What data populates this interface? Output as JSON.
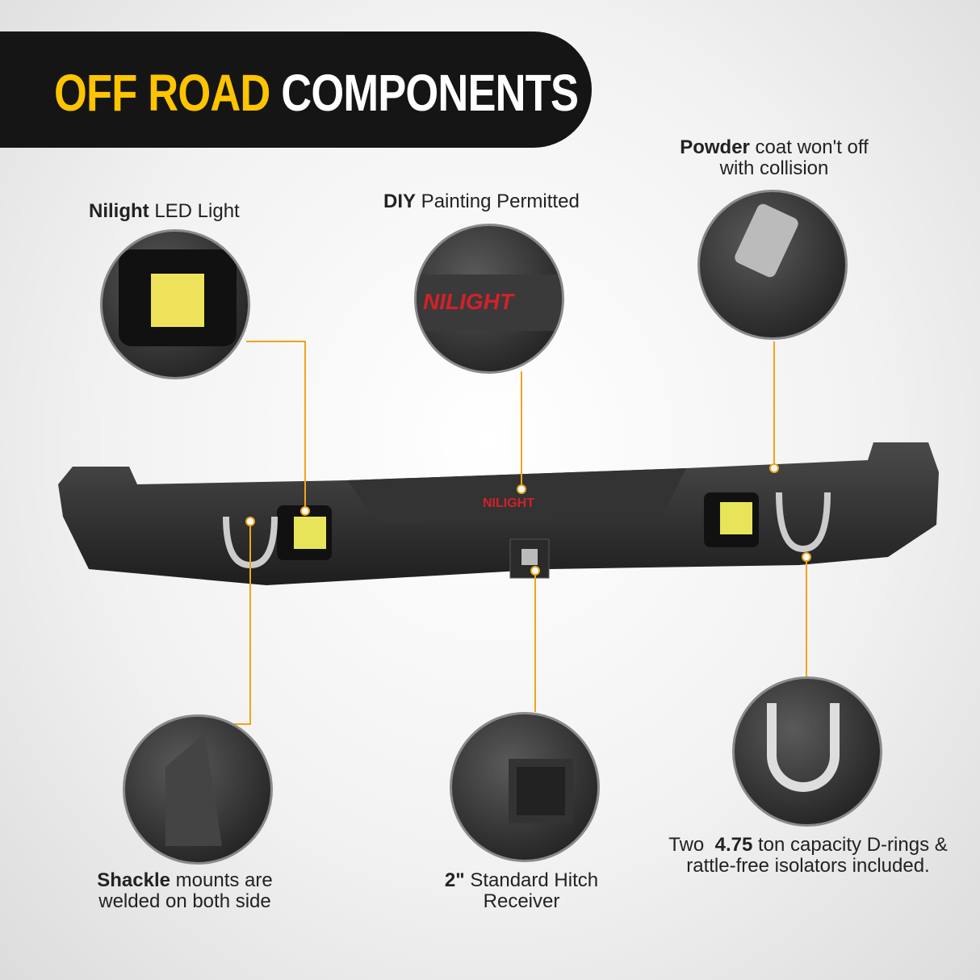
{
  "header": {
    "title_highlight": "OFF ROAD",
    "title_rest": "COMPONENTS"
  },
  "brand_logo": "NILIGHT",
  "colors": {
    "accent": "#ffc400",
    "callout_line": "#f0a41c",
    "banner": "#151515"
  },
  "callouts": [
    {
      "id": "led",
      "bold": "Nilight",
      "text": " LED Light"
    },
    {
      "id": "diy",
      "bold": "DIY",
      "text": " Painting Permitted"
    },
    {
      "id": "powder",
      "bold": "Powder",
      "text": " coat won't off",
      "line2": "with collision"
    },
    {
      "id": "shackle",
      "bold": "Shackle",
      "text": " mounts are",
      "line2": "welded on both side"
    },
    {
      "id": "hitch",
      "bold": "2\"",
      "text": " Standard Hitch",
      "line2": "Receiver"
    },
    {
      "id": "dring",
      "pre": "Two  ",
      "bold": "4.75",
      "text": " ton capacity D-rings &",
      "line2": "rattle-free isolators included."
    }
  ]
}
